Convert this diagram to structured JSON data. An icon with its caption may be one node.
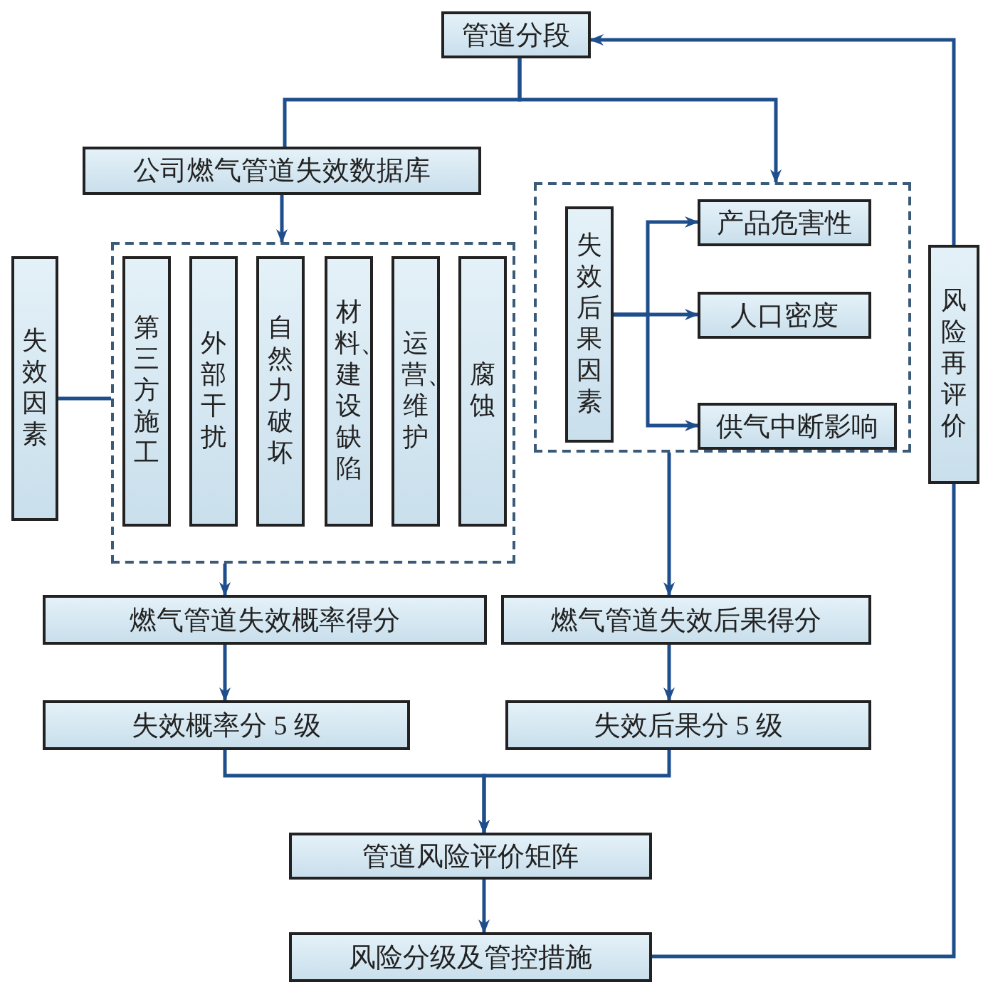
{
  "diagram": {
    "nodes": [
      {
        "text": [
          "管道分段"
        ]
      },
      {
        "text": [
          "公司燃气管道失效数据库"
        ]
      },
      {
        "text": [],
        "shape": "box"
      },
      {
        "text": [
          "失效因素"
        ]
      },
      {
        "text": [
          "第三方施工"
        ],
        "in": 2
      },
      {
        "text": [
          "外部干扰"
        ],
        "in": 2
      },
      {
        "text": [
          "自然力破坏"
        ],
        "in": 2
      },
      {
        "text": [
          "材料、建设缺陷"
        ],
        "in": 2
      },
      {
        "text": [
          "运营、维护"
        ],
        "in": 2
      },
      {
        "text": [
          "腐蚀"
        ],
        "in": 2
      },
      {
        "text": [],
        "shape": "box"
      },
      {
        "text": [
          "失效后果因素"
        ],
        "in": 10
      },
      {
        "text": [
          "产品危害性"
        ],
        "in": 10
      },
      {
        "text": [
          "人口密度"
        ],
        "in": 10
      },
      {
        "text": [
          "供气中断影响"
        ],
        "in": 10
      },
      {
        "text": [
          "风险再评价"
        ]
      },
      {
        "text": [
          "燃气管道失效概率得分"
        ]
      },
      {
        "text": [
          "燃气管道失效后果得分"
        ]
      },
      {
        "text": [
          "失效概率分 5 级"
        ]
      },
      {
        "text": [
          "失效后果分 5 级"
        ]
      },
      {
        "text": [
          "管道风险评价矩阵"
        ]
      },
      {
        "text": [
          "风险分级及管控措施"
        ]
      }
    ],
    "edges": [
      {
        "from": 0,
        "to": 1,
        "arrow": "none"
      },
      {
        "from": 0,
        "to": 10,
        "arrow": "to"
      },
      {
        "from": 1,
        "to": 2,
        "arrow": "to"
      },
      {
        "from": 3,
        "to": 2,
        "arrow": "none"
      },
      {
        "from": 11,
        "to": 12,
        "arrow": "to"
      },
      {
        "from": 11,
        "to": 13,
        "arrow": "to"
      },
      {
        "from": 11,
        "to": 14,
        "arrow": "to"
      },
      {
        "from": 2,
        "to": 16,
        "arrow": "to"
      },
      {
        "from": 10,
        "to": 17,
        "arrow": "to"
      },
      {
        "from": 16,
        "to": 18,
        "arrow": "to"
      },
      {
        "from": 17,
        "to": 19,
        "arrow": "to"
      },
      {
        "from": 18,
        "to": 20,
        "arrow": "to"
      },
      {
        "from": 19,
        "to": 20,
        "arrow": "to"
      },
      {
        "from": 20,
        "to": 21,
        "arrow": "to"
      },
      {
        "from": 21,
        "to": 15,
        "arrow": "none"
      },
      {
        "from": 15,
        "to": 0,
        "arrow": "to"
      }
    ]
  }
}
